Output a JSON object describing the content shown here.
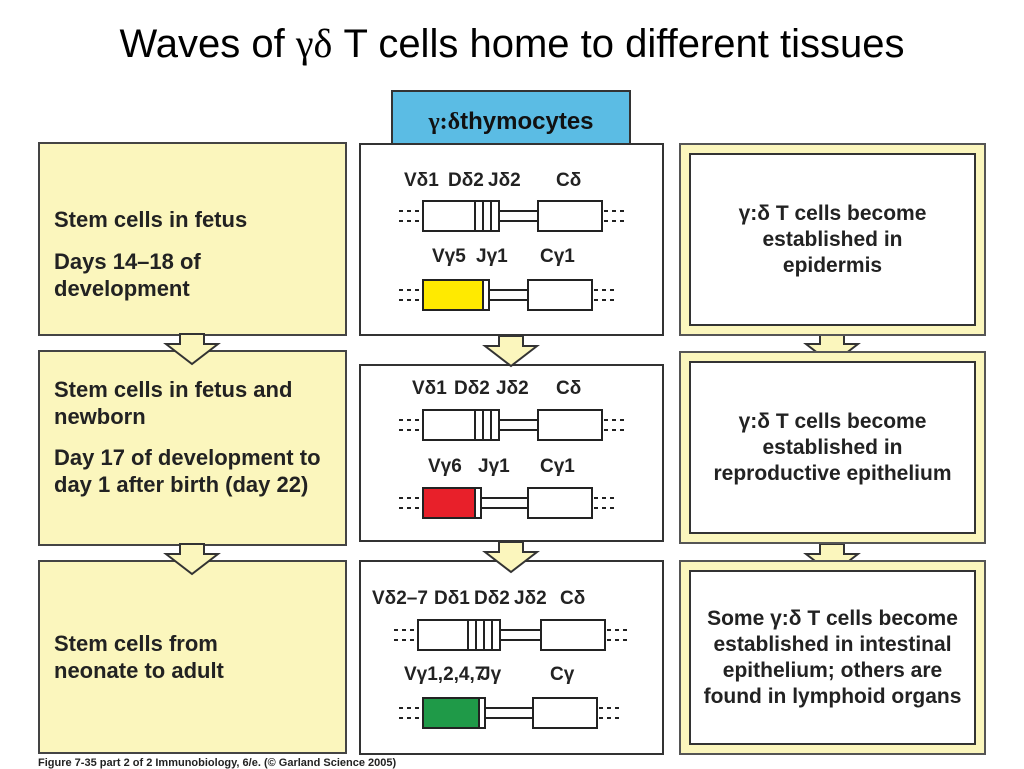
{
  "title": {
    "prefix": "Waves of ",
    "greek": "γδ",
    "suffix": " T cells home to different tissues"
  },
  "header": {
    "greek": "γ:δ",
    "text": " thymocytes"
  },
  "rows": [
    {
      "left": [
        "Stem cells in fetus",
        "Days 14–18 of development"
      ],
      "delta_labels": [
        "Vδ1",
        "Dδ2",
        "Jδ2",
        "Cδ"
      ],
      "gamma_labels": [
        "Vγ5",
        "Jγ1",
        "Cγ1"
      ],
      "gamma_color": "#ffea00",
      "right": "γ:δ T cells become established in epidermis"
    },
    {
      "left": [
        "Stem cells in fetus and newborn",
        "Day 17 of development to day 1 after birth (day 22)"
      ],
      "delta_labels": [
        "Vδ1",
        "Dδ2",
        "Jδ2",
        "Cδ"
      ],
      "gamma_labels": [
        "Vγ6",
        "Jγ1",
        "Cγ1"
      ],
      "gamma_color": "#e8202a",
      "right": "γ:δ T cells become established in reproductive epithelium"
    },
    {
      "left": [
        "Stem cells from neonate to adult"
      ],
      "delta_labels": [
        "Vδ2–7",
        "Dδ1",
        "Dδ2",
        "Jδ2",
        "Cδ"
      ],
      "gamma_labels": [
        "Vγ1,2,4,7",
        "Jγ",
        "Cγ"
      ],
      "gamma_color": "#1f9a48",
      "right": "Some γ:δ T cells become established in intestinal epithelium; others are found in lymphoid organs"
    }
  ],
  "caption": "Figure 7-35 part 2 of 2 Immunobiology, 6/e. (© Garland Science 2005)"
}
